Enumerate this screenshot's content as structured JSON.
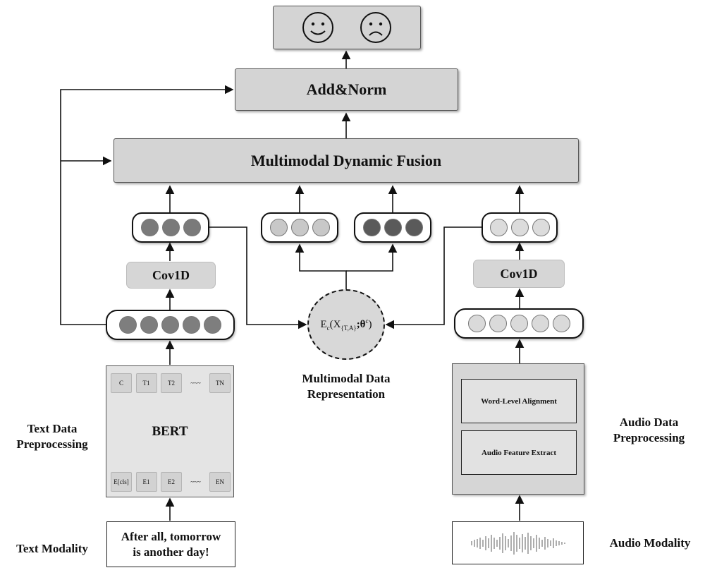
{
  "add_norm": "Add&Norm",
  "fusion": "Multimodal Dynamic Fusion",
  "cov_left": "Cov1D",
  "cov_right": "Cov1D",
  "representation": {
    "formula_main": "E",
    "formula_sub_c": "c",
    "formula_x": "(X",
    "formula_sub_ta": "{T,A}",
    "formula_theta": ";θ",
    "formula_sup_c": "c",
    "formula_close": ")",
    "label_line1": "Multimodal Data",
    "label_line2": "Representation"
  },
  "bert": {
    "title": "BERT",
    "top_tokens": [
      "C",
      "T1",
      "T2",
      "~~~",
      "TN"
    ],
    "bottom_tokens": [
      "E[cls]",
      "E1",
      "E2",
      "~~~",
      "EN"
    ]
  },
  "audio_preprocessing": {
    "step1": "Word-Level Alignment",
    "step2": "Audio Feature Extract"
  },
  "labels": {
    "text_preprocessing_line1": "Text Data",
    "text_preprocessing_line2": "Preprocessing",
    "text_modality": "Text Modality",
    "audio_preprocessing_line1": "Audio Data",
    "audio_preprocessing_line2": "Preprocessing",
    "audio_modality": "Audio Modality"
  },
  "text_input": {
    "line1": "After all, tomorrow",
    "line2": "is another day!"
  },
  "colors": {
    "box_gray": "#d4d4d4",
    "dot_dark": "#707070",
    "dot_mid": "#909090",
    "dot_light": "#c8c8c8",
    "dot_lighter": "#d8d8d8",
    "dot_darkest": "#5a5a5a"
  },
  "icons": [
    "happy-face-icon",
    "sad-face-icon",
    "audio-waveform-icon"
  ]
}
